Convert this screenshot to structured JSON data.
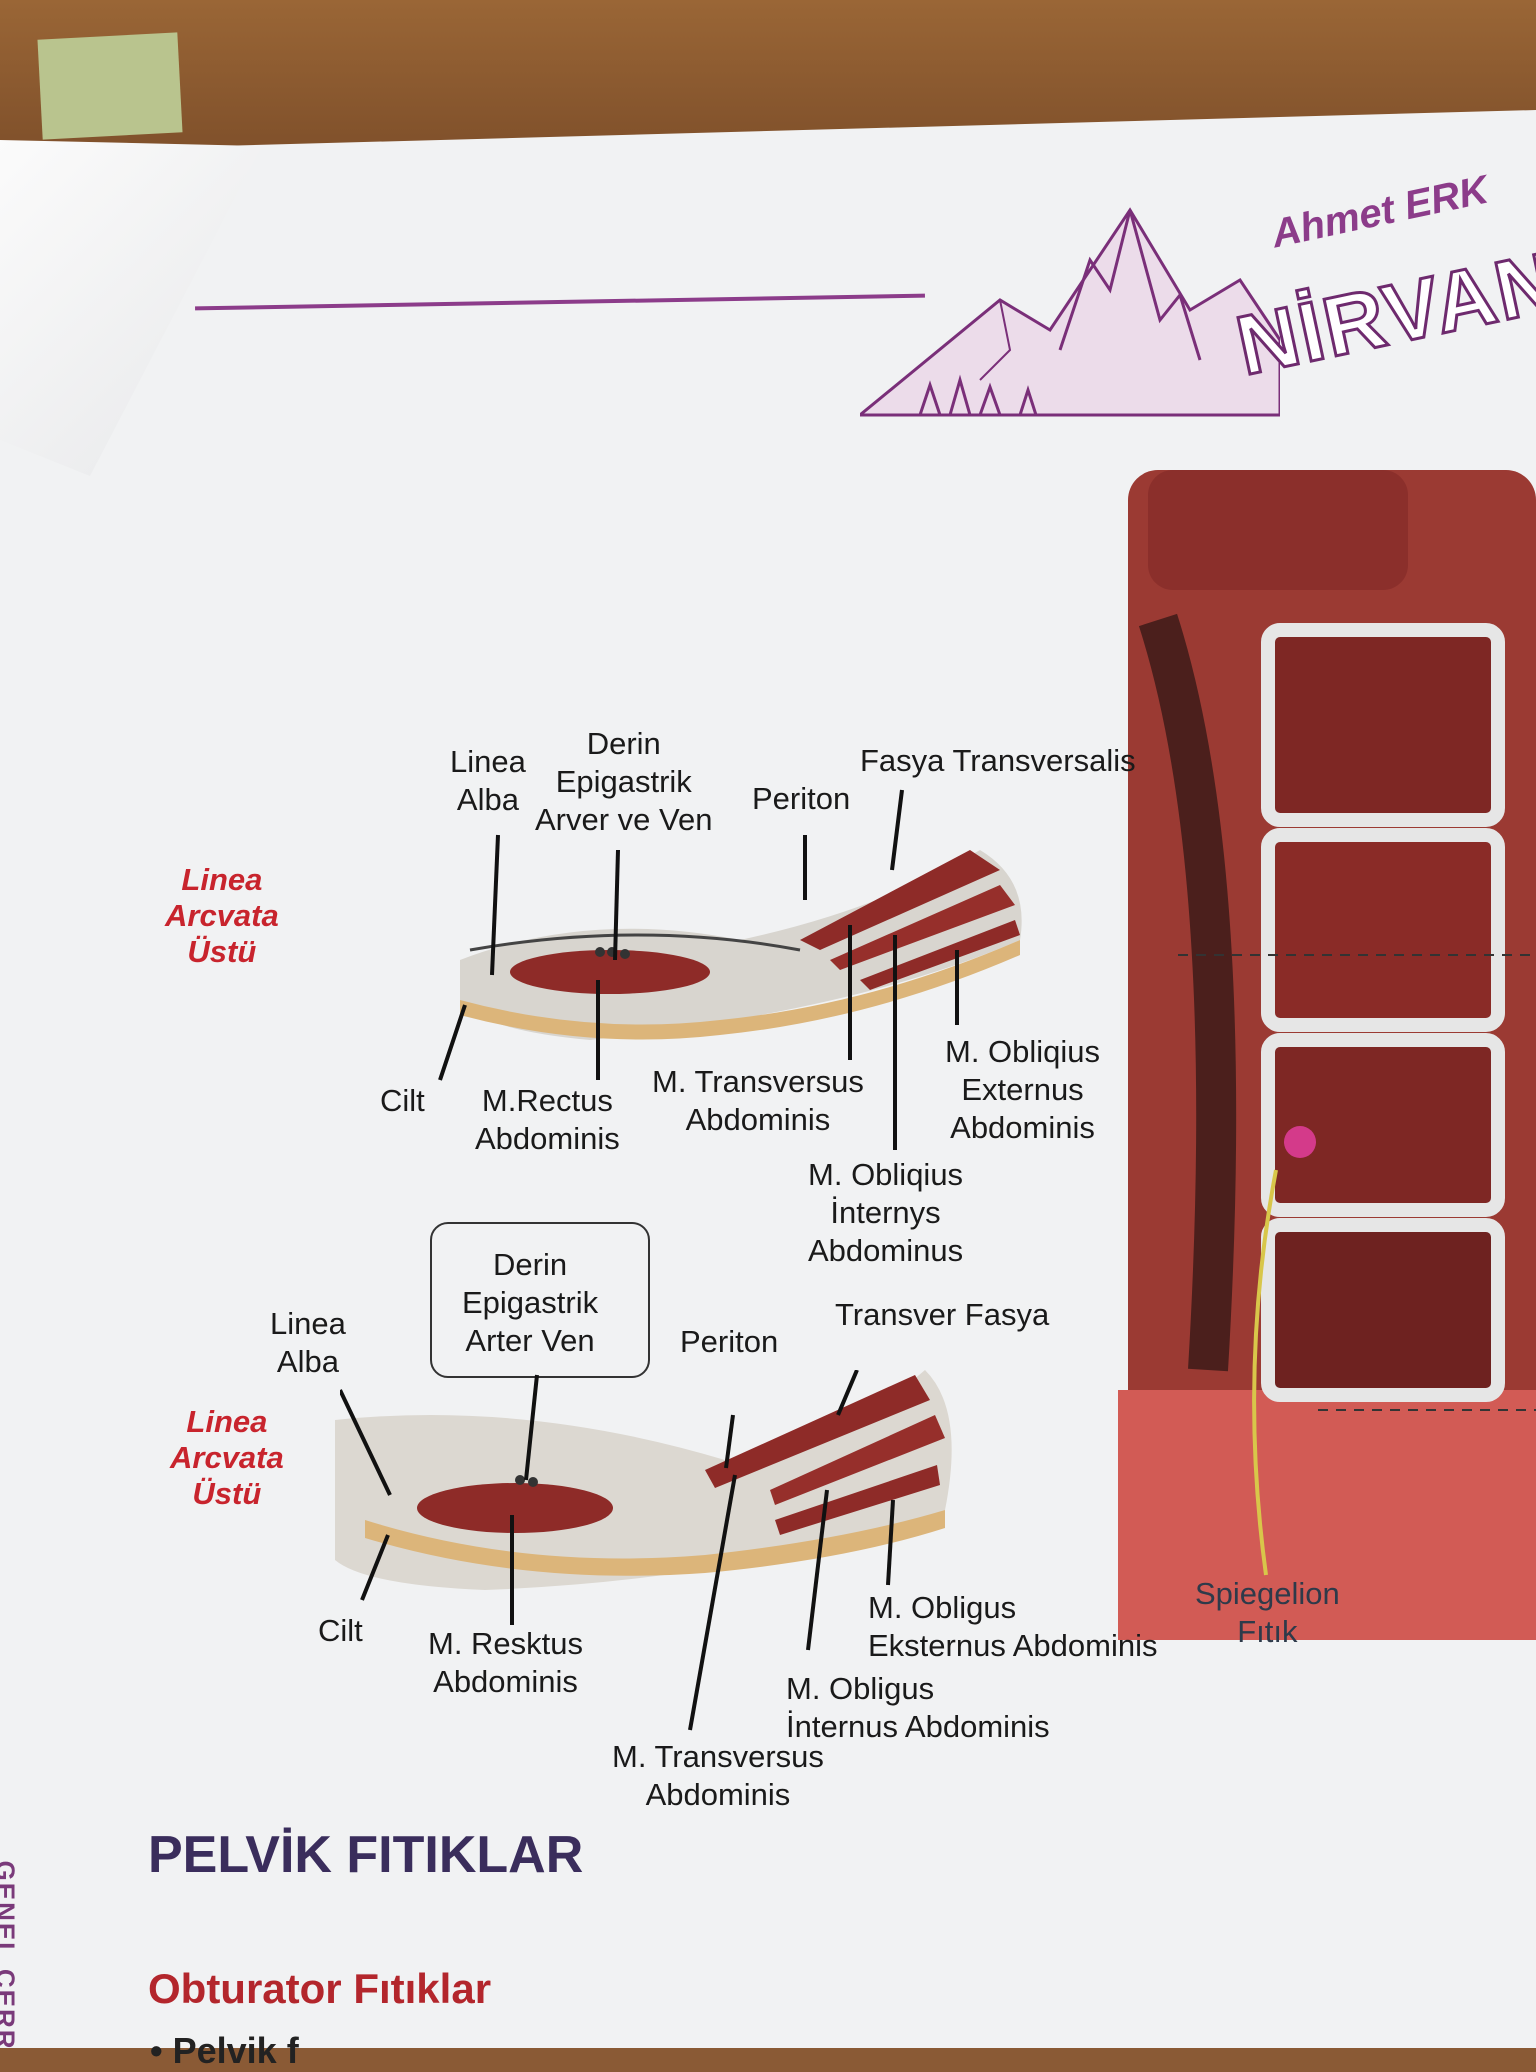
{
  "header": {
    "author": "Ahmet ERK",
    "brand": "NİRVAN"
  },
  "diagram_top": {
    "side_label": [
      "Linea",
      "Arcvata",
      "Üstü"
    ],
    "labels": {
      "linea_alba": [
        "Linea",
        "Alba"
      ],
      "derin": [
        "Derin",
        "Epigastrik",
        "Arver ve Ven"
      ],
      "periton": "Periton",
      "fasya": "Fasya Transversalis",
      "cilt": "Cilt",
      "rectus": [
        "M.Rectus",
        "Abdominis"
      ],
      "transversus": [
        "M. Transversus",
        "Abdominis"
      ],
      "externus": [
        "M. Obliqius",
        "Externus",
        "Abdominis"
      ],
      "internys": [
        "M. Obliqius",
        "İnternys",
        "Abdominus"
      ]
    }
  },
  "diagram_bottom": {
    "side_label": [
      "Linea",
      "Arcvata",
      "Üstü"
    ],
    "labels": {
      "linea_alba": [
        "Linea",
        "Alba"
      ],
      "derin": [
        "Derin",
        "Epigastrik",
        "Arter Ven"
      ],
      "periton": "Periton",
      "fasya": "Transver Fasya",
      "cilt": "Cilt",
      "rektus": [
        "M. Resktus",
        "Abdominis"
      ],
      "eksternus": [
        "M. Obligus",
        "Eksternus Abdominis"
      ],
      "internus": [
        "M. Obligus",
        "İnternus Abdominis"
      ],
      "transversus": [
        "M. Transversus",
        "Abdominis"
      ]
    }
  },
  "side_figure": {
    "label": [
      "Spiegelion",
      "Fıtık"
    ]
  },
  "section": {
    "title": "PELVİK FITIKLAR",
    "subtitle": "Obturator Fıtıklar",
    "bullet_partial": "•   Pelvik f",
    "side_text": "GENEL CERR"
  },
  "colors": {
    "accent": "#8c3c8a",
    "red": "#c8242d",
    "muscle": "#8e2b28",
    "navy": "#3a2d5c"
  }
}
